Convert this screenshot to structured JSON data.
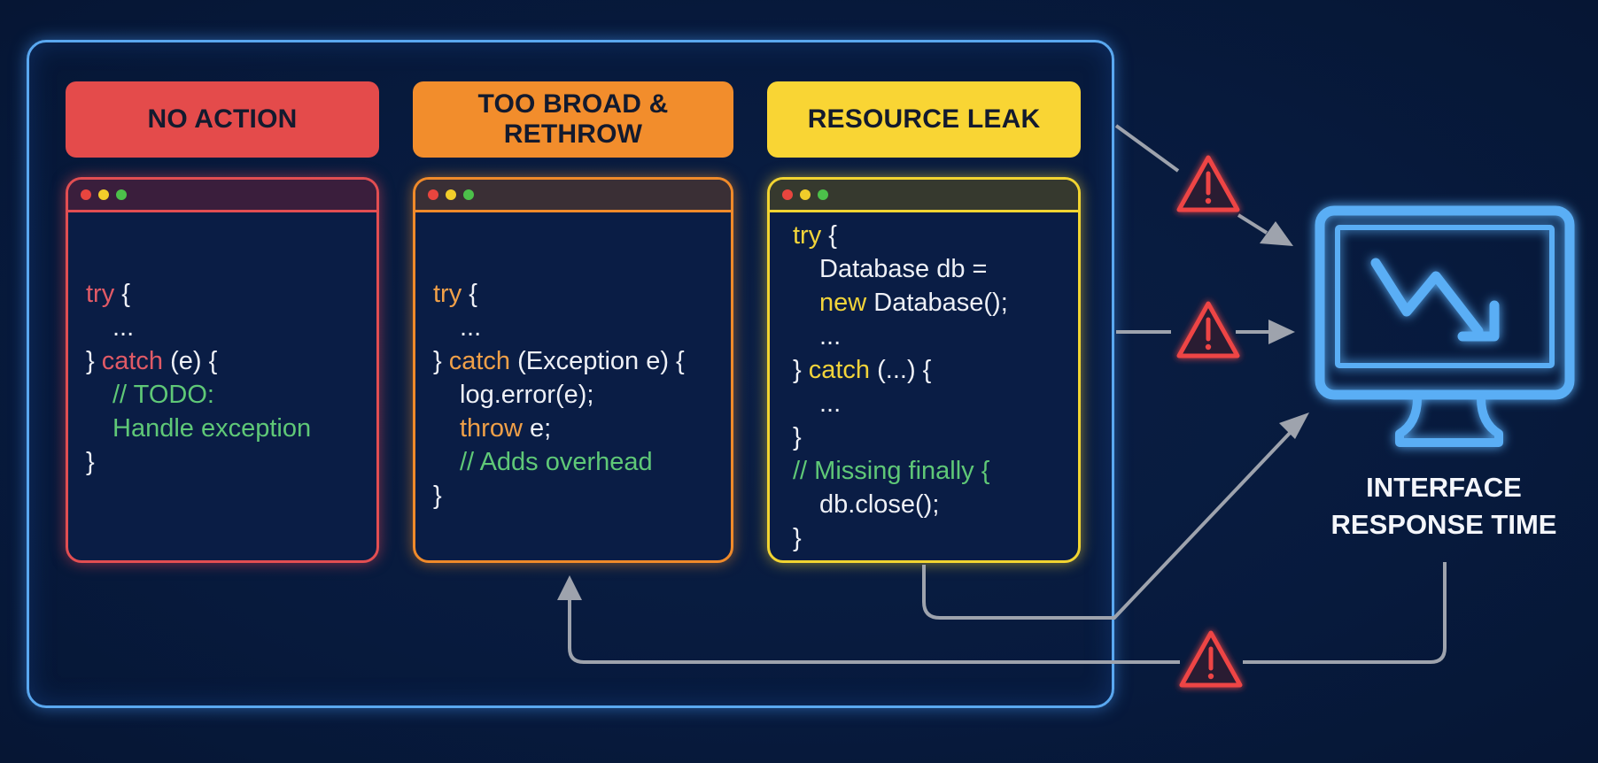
{
  "categories": [
    {
      "label": "NO ACTION",
      "color": "#e44b4b",
      "code": [
        {
          "indent": 0,
          "parts": [
            {
              "t": "try",
              "k": "kw"
            },
            {
              "t": " {",
              "k": "plain"
            }
          ]
        },
        {
          "indent": 1,
          "parts": [
            {
              "t": "...",
              "k": "plain"
            }
          ]
        },
        {
          "indent": 0,
          "parts": [
            {
              "t": "} ",
              "k": "plain"
            },
            {
              "t": "catch",
              "k": "kw"
            },
            {
              "t": " (e) {",
              "k": "plain"
            }
          ]
        },
        {
          "indent": 1,
          "parts": [
            {
              "t": "// TODO:",
              "k": "comment"
            }
          ]
        },
        {
          "indent": 1,
          "parts": [
            {
              "t": "Handle exception",
              "k": "comment"
            }
          ]
        },
        {
          "indent": 0,
          "parts": [
            {
              "t": "}",
              "k": "plain"
            }
          ]
        }
      ]
    },
    {
      "label": "TOO BROAD & RETHROW",
      "color": "#f28d2c",
      "code": [
        {
          "indent": 0,
          "parts": [
            {
              "t": "try",
              "k": "kw"
            },
            {
              "t": " {",
              "k": "plain"
            }
          ]
        },
        {
          "indent": 1,
          "parts": [
            {
              "t": "...",
              "k": "plain"
            }
          ]
        },
        {
          "indent": 0,
          "parts": [
            {
              "t": "} ",
              "k": "plain"
            },
            {
              "t": "catch",
              "k": "kw"
            },
            {
              "t": " (Exception e) {",
              "k": "plain"
            }
          ]
        },
        {
          "indent": 1,
          "parts": [
            {
              "t": "log.error(e);",
              "k": "plain"
            }
          ]
        },
        {
          "indent": 1,
          "parts": [
            {
              "t": "throw",
              "k": "kw"
            },
            {
              "t": " e;",
              "k": "plain"
            }
          ]
        },
        {
          "indent": 1,
          "parts": [
            {
              "t": "// Adds overhead",
              "k": "comment"
            }
          ]
        },
        {
          "indent": 0,
          "parts": [
            {
              "t": "}",
              "k": "plain"
            }
          ]
        }
      ]
    },
    {
      "label": "RESOURCE LEAK",
      "color": "#f9d534",
      "code": [
        {
          "indent": 0,
          "parts": [
            {
              "t": "try",
              "k": "kw"
            },
            {
              "t": " {",
              "k": "plain"
            }
          ]
        },
        {
          "indent": 1,
          "parts": [
            {
              "t": "Database db =",
              "k": "plain"
            }
          ]
        },
        {
          "indent": 1,
          "parts": [
            {
              "t": "new",
              "k": "kw"
            },
            {
              "t": " Database();",
              "k": "plain"
            }
          ]
        },
        {
          "indent": 1,
          "parts": [
            {
              "t": "...",
              "k": "plain"
            }
          ]
        },
        {
          "indent": 0,
          "parts": [
            {
              "t": "} ",
              "k": "plain"
            },
            {
              "t": "catch",
              "k": "kw"
            },
            {
              "t": " (...) {",
              "k": "plain"
            }
          ]
        },
        {
          "indent": 1,
          "parts": [
            {
              "t": "...",
              "k": "plain"
            }
          ]
        },
        {
          "indent": 0,
          "parts": [
            {
              "t": "}",
              "k": "plain"
            }
          ]
        },
        {
          "indent": 0,
          "parts": [
            {
              "t": "// Missing finally {",
              "k": "comment"
            }
          ]
        },
        {
          "indent": 1,
          "parts": [
            {
              "t": "db.close();",
              "k": "plain"
            }
          ]
        },
        {
          "indent": 0,
          "parts": [
            {
              "t": "}",
              "k": "plain"
            }
          ]
        }
      ]
    }
  ],
  "output": {
    "label_line1": "INTERFACE",
    "label_line2": "RESPONSE TIME",
    "icon": "monitor-trend-down-icon"
  },
  "warnings": [
    {
      "icon": "warning-triangle-icon",
      "connection": "frame-top to monitor"
    },
    {
      "icon": "warning-triangle-icon",
      "connection": "frame-middle to monitor"
    },
    {
      "icon": "warning-triangle-icon",
      "connection": "monitor feedback loop to too-broad window"
    }
  ],
  "colors": {
    "background": "#071a3d",
    "frame": "#5aa8f0",
    "monitor": "#5aaef5",
    "warning": "#ee4444",
    "arrow": "#9ea3ad",
    "comment": "#5fc877"
  }
}
